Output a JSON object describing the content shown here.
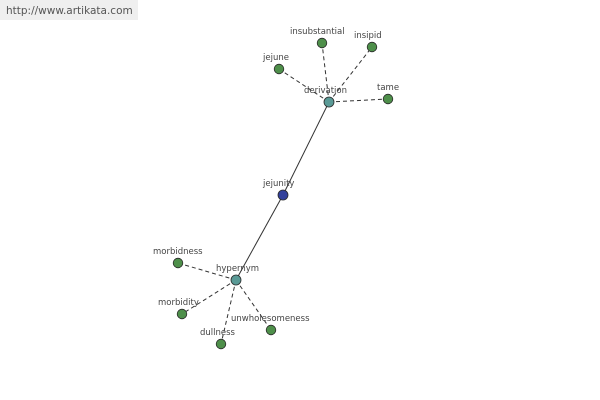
{
  "watermark": {
    "url": "http://www.artikata.com"
  },
  "colors": {
    "leaf": "#4e8f4a",
    "relation": "#5a9a96",
    "root": "#32409b",
    "edge": "#333333"
  },
  "graph": {
    "root": {
      "label": "jejunity"
    },
    "relations": [
      {
        "label": "derivation",
        "children": [
          "insubstantial",
          "insipid",
          "jejune",
          "tame"
        ]
      },
      {
        "label": "hypernym",
        "children": [
          "morbidness",
          "morbidity",
          "dullness",
          "unwholesomeness"
        ]
      }
    ]
  }
}
